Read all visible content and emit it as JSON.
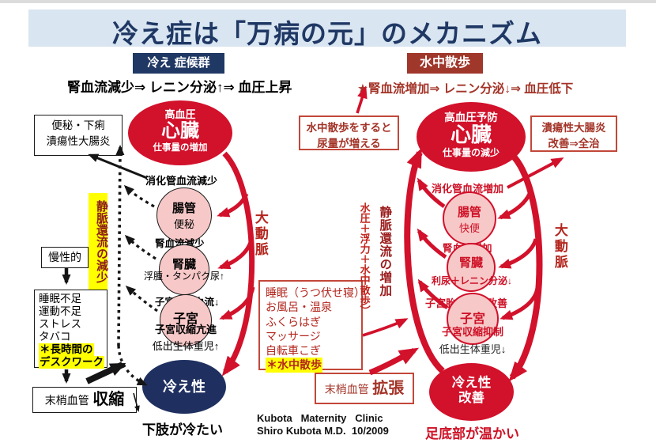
{
  "title": "冷え症は「万病の元」のメカニズム",
  "credit": [
    "Kubota   Maternity   Clinic",
    "Shiro Kubota M.D.  10/2009"
  ],
  "colors": {
    "band_blue": "#D9E5F1",
    "navy": "#1F3864",
    "dark_navy_ellipse": "#1F3060",
    "accent_red": "#D2112B",
    "brick_red": "#A0372B",
    "dark_red_text": "#A33327",
    "pink_circle": "#F7C8C8",
    "highlight_yellow": "#FFFF00"
  },
  "left": {
    "badge": "冷え 症候群",
    "subtitle": "腎血流減少⇒ レニン分泌↑⇒ 血圧上昇",
    "constipation_box": [
      "便秘・下痢",
      "潰瘍性大腸炎"
    ],
    "heart": {
      "top": "高血圧",
      "main": "心臓",
      "bottom": "仕事量の増加"
    },
    "gut_label": "消化管血流減少",
    "gut": {
      "name": "腸管",
      "note": "便秘"
    },
    "kidney_label": "腎血流減少",
    "kidney": {
      "name": "腎臓",
      "note": "浮腫・タンパク尿↑"
    },
    "uterus_label": "子宮胎盤血流↓",
    "uterus": {
      "name": "子宮",
      "note": "子宮収縮亢進"
    },
    "low_birth": "低出生体重児↑",
    "venous_vertical": "静脈還流の減少",
    "aorta_vertical": "大動脈",
    "chronic": "慢性的",
    "lifestyle": [
      "睡眠不足",
      "運動不足",
      "ストレス",
      "タバコ",
      "＊長時間の",
      "デスクワーク"
    ],
    "vessel": {
      "label": "末梢血管",
      "state": "収縮"
    },
    "cold": "冷え性",
    "cold_note": "下肢が冷たい"
  },
  "right": {
    "badge": "水中散歩",
    "subtitle": "★腎血流増加⇒ レニン分泌↓⇒ 血圧低下",
    "urine_box": [
      "水中散歩をすると",
      "尿量が増える"
    ],
    "heart": {
      "top": "高血圧予防",
      "main": "心臓",
      "bottom": "仕事量の減少"
    },
    "colitis_box": [
      "潰瘍性大腸炎",
      "改善⇒全治"
    ],
    "gut_label": "消化管血流増加",
    "gut": {
      "name": "腸管",
      "note": "快便"
    },
    "kidney_label": "腎血流増加",
    "kidney": {
      "name": "腎臓",
      "note": "利尿＋レニン分泌↓"
    },
    "uterus_label": "子宮胎盤血流改善",
    "uterus": {
      "name": "子宮",
      "note": "子宮収縮抑制"
    },
    "low_birth": "低出生体重児↓",
    "pressure_vertical": "水圧＋浮力＋水中散歩）",
    "venous_vertical": "静脈還流の増加",
    "aorta_vertical": "大動脈",
    "remedies": [
      "睡眠（うつ伏せ寝）",
      "お風呂・温泉",
      "ふくらはぎ",
      "マッサージ",
      "自転車こぎ",
      "＊水中散歩"
    ],
    "vessel": {
      "label": "末梢血管",
      "state": "拡張"
    },
    "cold": [
      "冷え性",
      "改善"
    ],
    "cold_note": "足底部が温かい"
  }
}
